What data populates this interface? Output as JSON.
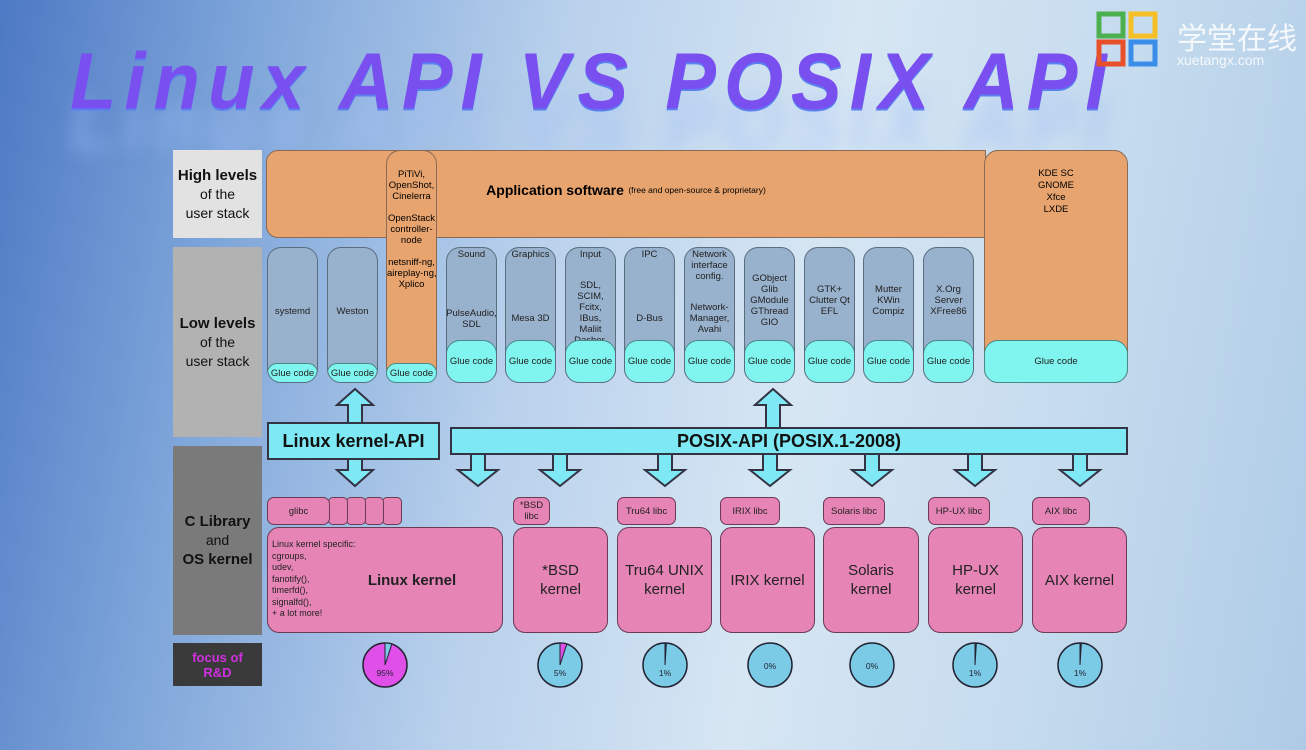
{
  "title": "Linux API VS POSIX API",
  "logo": {
    "cn": "学堂在线",
    "en": "xuetangx.com"
  },
  "levels": [
    {
      "bold": "High levels",
      "rest1": "of the",
      "rest2": "user stack"
    },
    {
      "bold": "Low levels",
      "rest1": "of the",
      "rest2": "user stack"
    },
    {
      "bold": "C Library",
      "rest1": "and",
      "rest2": "OS kernel"
    }
  ],
  "focus": "focus of R&D",
  "app": {
    "title": "Application software",
    "subtitle": "(free and open-source & proprietary)"
  },
  "desktops": [
    "KDE SC",
    "GNOME",
    "Xfce",
    "LXDE"
  ],
  "glue": "Glue code",
  "orange_column": [
    "PiTiVi,",
    "OpenShot,",
    "Cinelerra",
    "",
    "OpenStack",
    "controller-",
    "node",
    "",
    "netsniff-ng,",
    "aireplay-ng,",
    "Xplico"
  ],
  "small_columns": [
    "systemd",
    "Weston"
  ],
  "columns": [
    {
      "head": "Sound",
      "body": "PulseAudio, SDL"
    },
    {
      "head": "Graphics",
      "body": "Mesa 3D"
    },
    {
      "head": "Input",
      "body": "SDL, SCIM, Fcitx, IBus, Maliit Dasher, Orca"
    },
    {
      "head": "IPC",
      "body": "D-Bus"
    },
    {
      "head": "Network interface config.",
      "body": "Network-Manager, Avahi"
    },
    {
      "head": "",
      "body": "GObject Glib GModule GThread GIO"
    },
    {
      "head": "",
      "body": "GTK+ Clutter Qt EFL"
    },
    {
      "head": "",
      "body": "Mutter KWin Compiz"
    },
    {
      "head": "",
      "body": "X.Org Server XFree86"
    }
  ],
  "linux_api": "Linux kernel-API",
  "posix_api": "POSIX-API (POSIX.1-2008)",
  "linux_specific": [
    "Linux kernel specific:",
    "cgroups,",
    "udev,",
    "fanotify(),",
    "timerfd(),",
    "signalfd(),",
    "+ a lot more!"
  ],
  "kernels": [
    {
      "libc": "glibc",
      "kernel": "Linux kernel",
      "share": 95
    },
    {
      "libc": "*BSD libc",
      "kernel": "*BSD kernel",
      "share": 5
    },
    {
      "libc": "Tru64 libc",
      "kernel": "Tru64 UNIX kernel",
      "share": 1
    },
    {
      "libc": "IRIX libc",
      "kernel": "IRIX kernel",
      "share": 0
    },
    {
      "libc": "Solaris libc",
      "kernel": "Solaris kernel",
      "share": 0
    },
    {
      "libc": "HP-UX libc",
      "kernel": "HP-UX kernel",
      "share": 1
    },
    {
      "libc": "AIX libc",
      "kernel": "AIX kernel",
      "share": 1
    }
  ],
  "colors": {
    "app": "#e8a46e",
    "lib": "#98b1cc",
    "glue": "#80f5ef",
    "kernel": "#e784b6",
    "api": "#7fe8f5",
    "pie_linux": "#e050e8",
    "pie_other": "#7ccbe6"
  }
}
